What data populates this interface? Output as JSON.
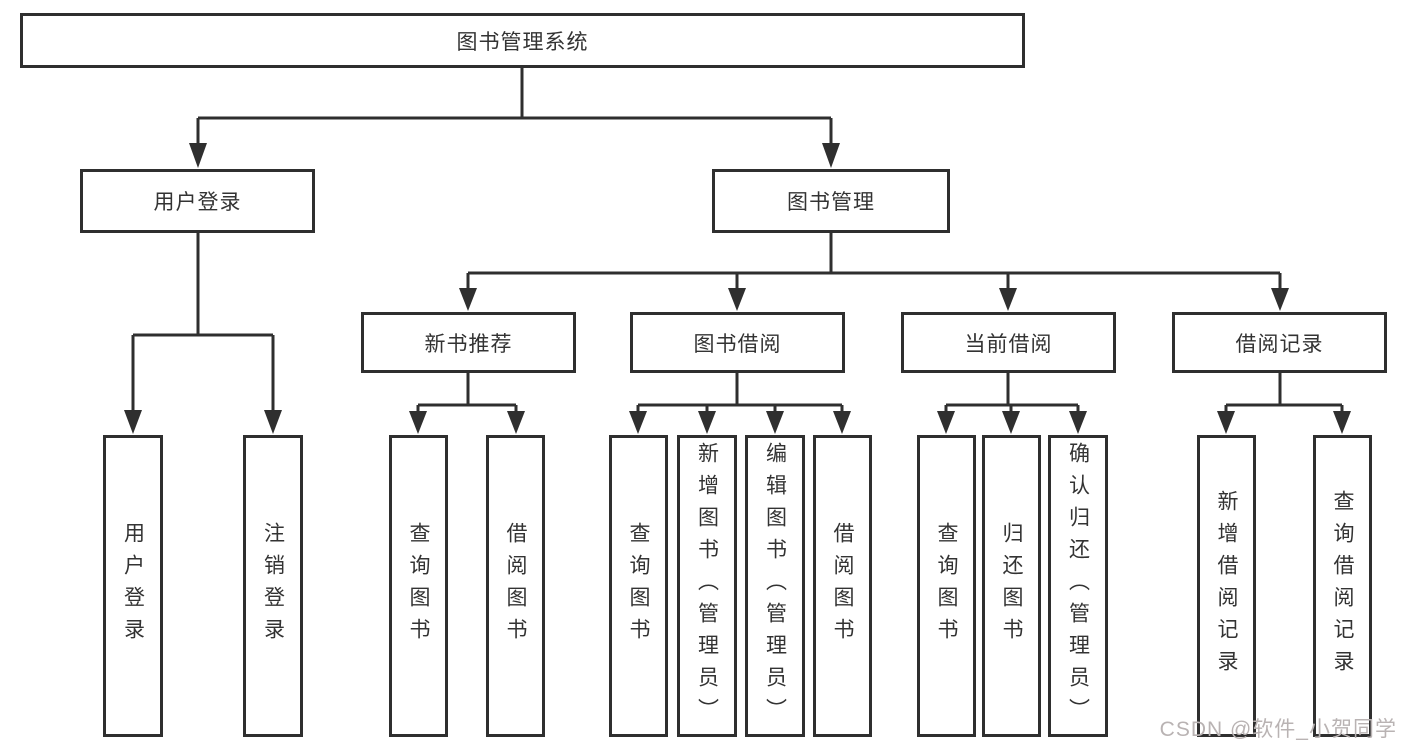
{
  "tree": {
    "label": "图书管理系统",
    "children": [
      {
        "label": "用户登录",
        "children": [
          {
            "label": "用户登录"
          },
          {
            "label": "注销登录"
          }
        ]
      },
      {
        "label": "图书管理",
        "children": [
          {
            "label": "新书推荐",
            "children": [
              {
                "label": "查询图书"
              },
              {
                "label": "借阅图书"
              }
            ]
          },
          {
            "label": "图书借阅",
            "children": [
              {
                "label": "查询图书"
              },
              {
                "label": "新增图书（管理员）"
              },
              {
                "label": "编辑图书（管理员）"
              },
              {
                "label": "借阅图书"
              }
            ]
          },
          {
            "label": "当前借阅",
            "children": [
              {
                "label": "查询图书"
              },
              {
                "label": "归还图书"
              },
              {
                "label": "确认归还（管理员）"
              }
            ]
          },
          {
            "label": "借阅记录",
            "children": [
              {
                "label": "新增借阅记录"
              },
              {
                "label": "查询借阅记录"
              }
            ]
          }
        ]
      }
    ]
  },
  "watermark": {
    "text": "CSDN @软件_小贺同学"
  },
  "colors": {
    "line": "#2f2f2f",
    "text": "#333333",
    "background": "#ffffff",
    "watermark": "#b9b3b3"
  }
}
